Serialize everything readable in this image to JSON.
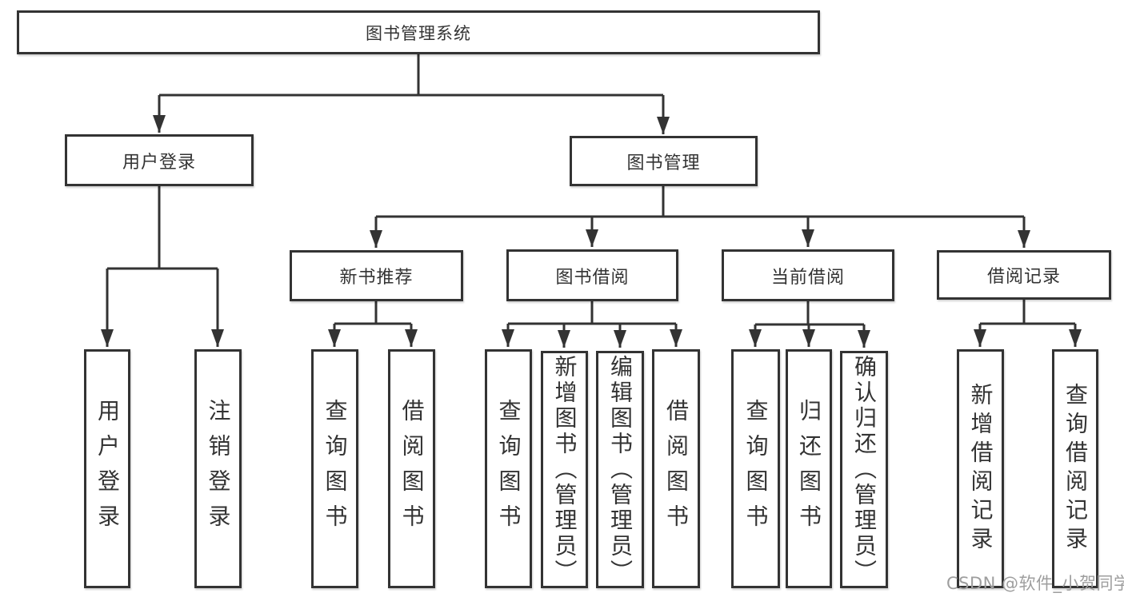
{
  "diagram": {
    "type": "hierarchy-tree",
    "colors": {
      "line": "#333333",
      "box_border": "#333333",
      "box_fill": "#ffffff",
      "text": "#333333",
      "watermark": "#9e9e9e",
      "background": "#ffffff"
    },
    "root": {
      "label": "图书管理系统"
    },
    "level2": {
      "user_login": {
        "label": "用户登录"
      },
      "book_mgmt": {
        "label": "图书管理"
      }
    },
    "level3": {
      "new_book_rec": {
        "label": "新书推荐",
        "parent": "图书管理"
      },
      "book_borrow": {
        "label": "图书借阅",
        "parent": "图书管理"
      },
      "current_borrow": {
        "label": "当前借阅",
        "parent": "图书管理"
      },
      "borrow_record": {
        "label": "借阅记录",
        "parent": "图书管理"
      }
    },
    "leaves": {
      "user_login_leaf": {
        "label": "用户登录",
        "parent": "用户登录"
      },
      "logout_leaf": {
        "label": "注销登录",
        "parent": "用户登录"
      },
      "query_book_1": {
        "label": "查询图书",
        "parent": "新书推荐"
      },
      "borrow_book_1": {
        "label": "借阅图书",
        "parent": "新书推荐"
      },
      "query_book_2": {
        "label": "查询图书",
        "parent": "图书借阅"
      },
      "add_book": {
        "label": "新增图书（管理员）",
        "parent": "图书借阅"
      },
      "edit_book": {
        "label": "编辑图书（管理员）",
        "parent": "图书借阅"
      },
      "borrow_book_2": {
        "label": "借阅图书",
        "parent": "图书借阅"
      },
      "query_book_3": {
        "label": "查询图书",
        "parent": "当前借阅"
      },
      "return_book": {
        "label": "归还图书",
        "parent": "当前借阅"
      },
      "confirm_return": {
        "label": "确认归还（管理员）",
        "parent": "当前借阅"
      },
      "add_record": {
        "label": "新增借阅记录",
        "parent": "借阅记录"
      },
      "query_record": {
        "label": "查询借阅记录",
        "parent": "借阅记录"
      }
    }
  },
  "watermark": {
    "text": "CSDN @软件_小贺同学"
  }
}
